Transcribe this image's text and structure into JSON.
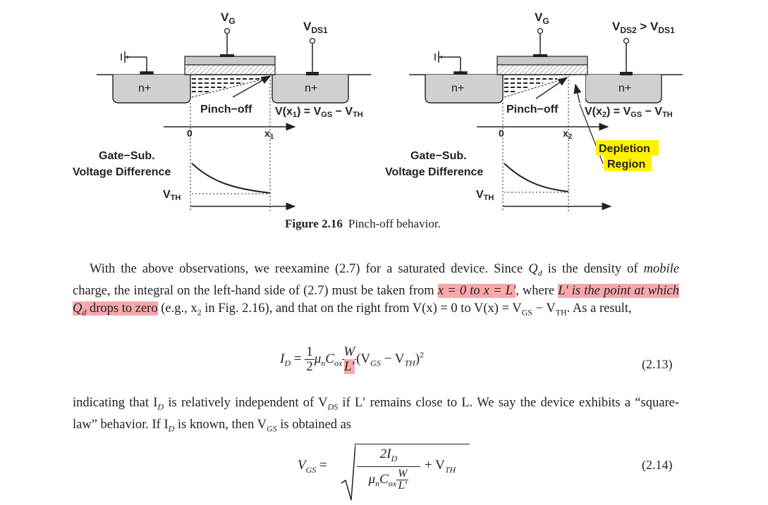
{
  "figure": {
    "left": {
      "vg": "V",
      "vg_sub": "G",
      "vds": "V",
      "vds_sub": "DS1",
      "n_plus_left": "n+",
      "n_plus_right": "n+",
      "pinchoff": "Pinch−off",
      "v_eq": "V(x",
      "v_eq_sub": "1",
      "v_eq_rest": ") = V",
      "vgs_sub": "GS",
      "minus": " − V",
      "vth_sub": "TH",
      "axis_zero": "0",
      "axis_x": "x",
      "axis_x_sub": "1",
      "ylabel_1": "Gate−Sub.",
      "ylabel_2": "Voltage Difference",
      "vth": "V",
      "vth_label_sub": "TH"
    },
    "right": {
      "vg": "V",
      "vg_sub": "G",
      "vds": "V",
      "vds_sub": "DS2",
      "vds_cmp": " > V",
      "vds_cmp_sub": "DS1",
      "n_plus_left": "n+",
      "n_plus_right": "n+",
      "pinchoff": "Pinch−off",
      "v_eq": "V(x",
      "v_eq_sub": "2",
      "v_eq_rest": ") = V",
      "vgs_sub": "GS",
      "minus": " − V",
      "vth_sub": "TH",
      "axis_zero": "0",
      "axis_x": "x",
      "axis_x_sub": "2",
      "ylabel_1": "Gate−Sub.",
      "ylabel_2": "Voltage Difference",
      "vth": "V",
      "vth_label_sub": "TH",
      "depletion_1": "Depletion",
      "depletion_2": "Region"
    },
    "caption_label": "Figure 2.16",
    "caption_text": "Pinch-off behavior.",
    "colors": {
      "highlight_yellow": "#fff200",
      "highlight_pink": "#f7a8ab",
      "oxide_fill": "#c8c8c8",
      "diffusion_fill": "#d0d0d0"
    }
  },
  "text": {
    "p1_a": "With the above observations, we reexamine (2.7) for a saturated device. Since ",
    "p1_qd": "Q",
    "p1_qd_sub": "d",
    "p1_b": " is the density of ",
    "p1_mobile": "mobile",
    "p1_c": " charge, the integral on the left-hand side of (2.7) must be taken from ",
    "p1_hl1": "x = 0 to x = L′",
    "p1_d": ", where ",
    "p1_hl2": "L′ is the point at which Q",
    "p1_hl2_sub": "d",
    "p1_hl2_end": " drops to zero",
    "p1_e": " (e.g., x",
    "p1_e_sub": "2",
    "p1_f": " in Fig. 2.16), and that on the right from V(x) = 0 to V(x) = V",
    "p1_f_sub": "GS",
    "p1_g": " − V",
    "p1_g_sub": "TH",
    "p1_h": ". As a result,",
    "eq13_lhs": "I",
    "eq13_lhs_sub": "D",
    "eq13_eq": " = ",
    "eq13_num": "1",
    "eq13_den": "2",
    "eq13_mu": "μ",
    "eq13_mu_sub": "n",
    "eq13_c": "C",
    "eq13_c_sub": "ox",
    "eq13_w": "W",
    "eq13_l": "L′",
    "eq13_rest": "(V",
    "eq13_rest_sub1": "GS",
    "eq13_rest2": " − V",
    "eq13_rest_sub2": "TH",
    "eq13_rest3": ")",
    "eq13_sq": "2",
    "eq13_num_label": "(2.13)",
    "p2_a": "indicating that I",
    "p2_a_sub": "D",
    "p2_b": " is relatively independent of V",
    "p2_b_sub": "DS",
    "p2_c": " if L′ remains close to L. We say the device exhibits a “square-law” behavior. If I",
    "p2_c_sub": "D",
    "p2_d": " is known, then V",
    "p2_d_sub": "GS",
    "p2_e": " is obtained as",
    "eq14_lhs": "V",
    "eq14_lhs_sub": "GS",
    "eq14_eq": " =",
    "eq14_num": "2I",
    "eq14_num_sub": "D",
    "eq14_mu": "μ",
    "eq14_mu_sub": "n",
    "eq14_c": "C",
    "eq14_c_sub": "ox",
    "eq14_w": "W",
    "eq14_l": "L′",
    "eq14_plus": "+ V",
    "eq14_plus_sub": "TH",
    "eq14_num_label": "(2.14)"
  }
}
